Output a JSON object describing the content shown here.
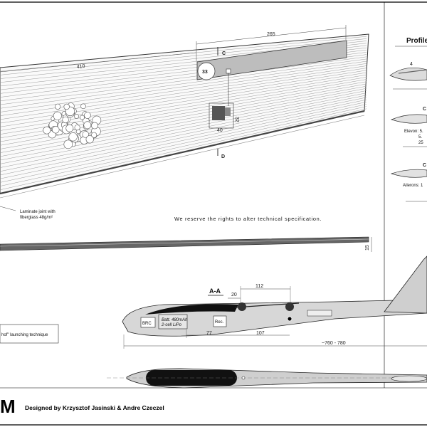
{
  "wing": {
    "dim_span": "410",
    "dim_tip_section": "265",
    "section_c": "C",
    "section_d": "D",
    "dim_spar": "33",
    "dim_servo_w": "40",
    "dim_servo_h": "32",
    "joint_note_line1": "Laminate joint with",
    "joint_note_line2": "fiberglass 48g/m²"
  },
  "disclaimer": "We reserve the rights to alter technical specification.",
  "side_view_thickness": "15",
  "profiles": {
    "title": "Profile",
    "p1_dim": "4",
    "section_c": "C",
    "section_d": "C",
    "elevon_line1": "Elevon: 5.",
    "elevon_line2": "5.",
    "elevon_line3": "25",
    "ailerons": "Ailerons: 1"
  },
  "fuselage": {
    "section_aa": "A-A",
    "dim_112": "112",
    "dim_20": "20",
    "dim_77": "77",
    "dim_107": "107",
    "dim_length": "~760 - 780",
    "battery_line1": "Batt. 480mAh",
    "battery_line2": "2-cell LiPo",
    "rec": "Rec.",
    "brc": "BRC"
  },
  "launch_note": "hof\" launching technique",
  "logo_letter": "M",
  "credits": "Designed by Krzysztof Jasinski & Andre Czeczel"
}
